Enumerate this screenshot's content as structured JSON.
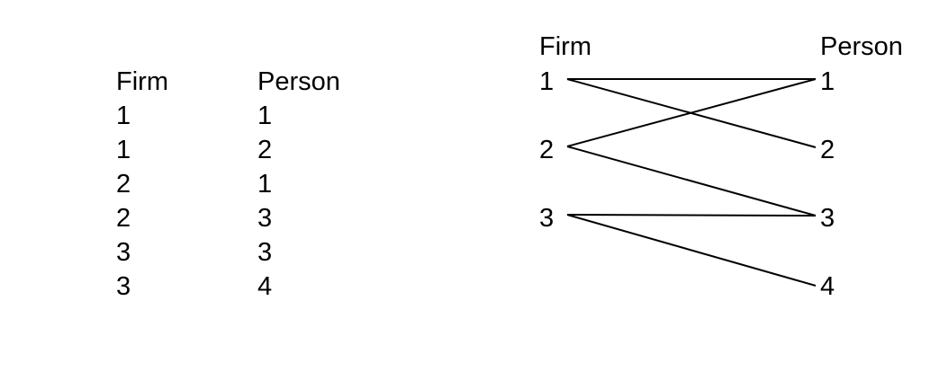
{
  "table": {
    "headers": [
      "Firm",
      "Person"
    ],
    "rows": [
      [
        "1",
        "1"
      ],
      [
        "1",
        "2"
      ],
      [
        "2",
        "1"
      ],
      [
        "2",
        "3"
      ],
      [
        "3",
        "3"
      ],
      [
        "3",
        "4"
      ]
    ]
  },
  "graph": {
    "left_header": "Firm",
    "right_header": "Person",
    "firm_nodes": [
      "1",
      "2",
      "3"
    ],
    "person_nodes": [
      "1",
      "2",
      "3",
      "4"
    ],
    "edges": [
      {
        "firm": "1",
        "person": "1"
      },
      {
        "firm": "1",
        "person": "2"
      },
      {
        "firm": "2",
        "person": "1"
      },
      {
        "firm": "2",
        "person": "3"
      },
      {
        "firm": "3",
        "person": "3"
      },
      {
        "firm": "3",
        "person": "4"
      }
    ],
    "line_color": "#000000"
  }
}
